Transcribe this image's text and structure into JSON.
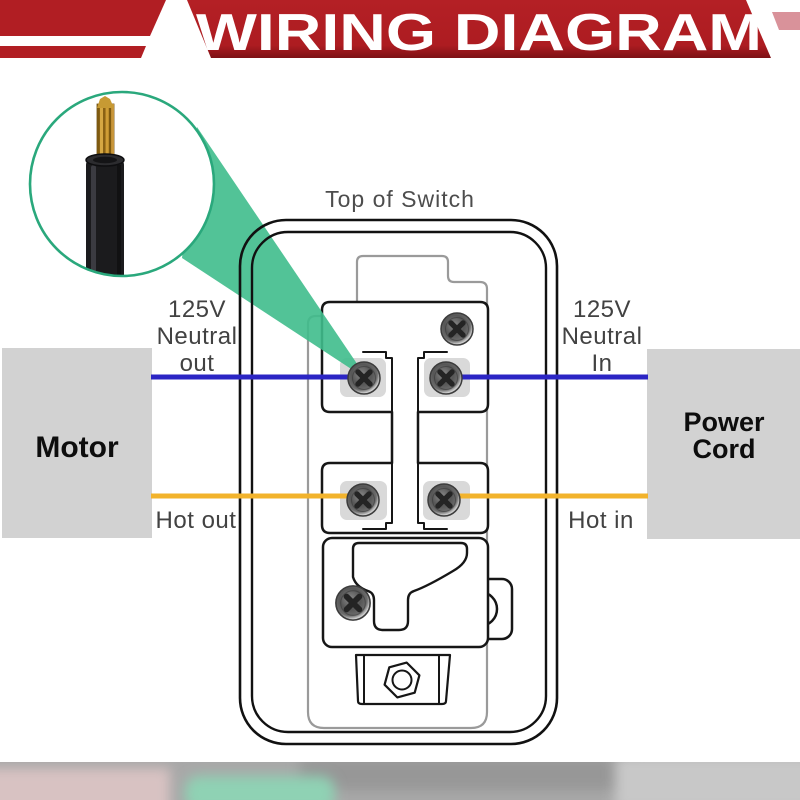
{
  "title": {
    "banner": "WIRING DIAGRAM"
  },
  "labels": {
    "top_of_switch": "Top of Switch",
    "left_voltage": "125V",
    "left_neutral": "Neutral",
    "left_neutral_dir": "out",
    "right_voltage": "125V",
    "right_neutral": "Neutral",
    "right_neutral_dir": "In",
    "hot_out": "Hot out",
    "hot_in": "Hot in",
    "motor": "Motor",
    "power": "Power",
    "cord": "Cord"
  },
  "colors": {
    "banner_red": "#b11e23",
    "banner_accent_pink": "#d9929a",
    "neutral_wire_blue": "#2b25c4",
    "hot_wire_yellow": "#f2b32c",
    "magnifier_ring_green": "#2aa87c",
    "highlight_cone_green": "#3fbc8c",
    "connector_box_gray": "#d2d2d2",
    "copper": "#c79a33",
    "insulation": "#1b1b1d"
  }
}
